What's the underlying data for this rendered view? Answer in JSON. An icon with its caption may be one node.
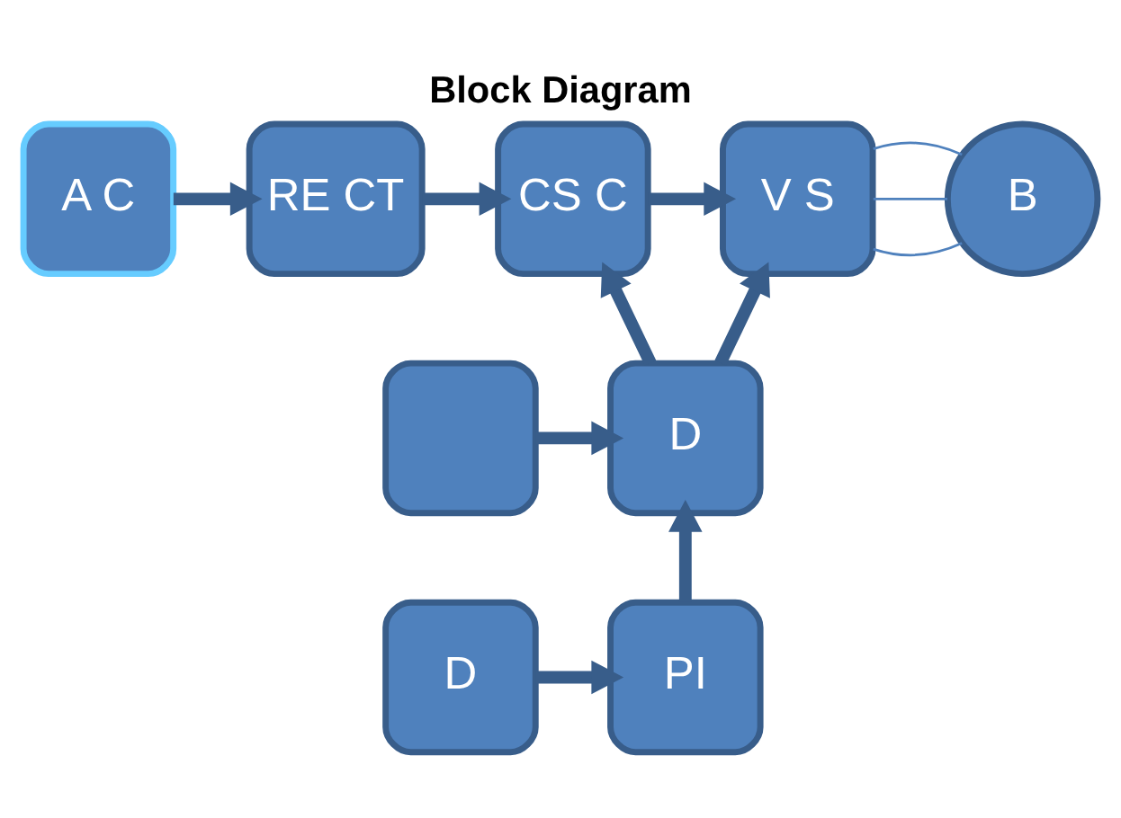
{
  "diagram": {
    "title": "Block Diagram",
    "nodes": [
      {
        "text": [
          "A C"
        ]
      },
      {
        "text": [
          "RE CT"
        ]
      },
      {
        "text": [
          "CS C"
        ]
      },
      {
        "text": [
          "V S"
        ]
      },
      {
        "text": [
          "B"
        ]
      },
      {
        "text": [],
        "shape": "box"
      },
      {
        "text": [
          "D"
        ]
      },
      {
        "text": [
          "D"
        ]
      },
      {
        "text": [
          "PI"
        ]
      }
    ],
    "edges": [
      {
        "from": 0,
        "to": 1,
        "arrow": "to"
      },
      {
        "from": 1,
        "to": 2,
        "arrow": "to"
      },
      {
        "from": 2,
        "to": 3,
        "arrow": "to"
      },
      {
        "from": 3,
        "to": 4,
        "arrow": "none",
        "color": "#4f81bd"
      },
      {
        "from": 3,
        "to": 4,
        "arrow": "none",
        "color": "#4f81bd"
      },
      {
        "from": 3,
        "to": 4,
        "arrow": "none",
        "color": "#4f81bd"
      },
      {
        "from": 6,
        "to": 2,
        "arrow": "to"
      },
      {
        "from": 6,
        "to": 3,
        "arrow": "to"
      },
      {
        "from": 5,
        "to": 6,
        "arrow": "to"
      },
      {
        "from": 8,
        "to": 6,
        "arrow": "to"
      },
      {
        "from": 7,
        "to": 8,
        "arrow": "to"
      }
    ]
  }
}
